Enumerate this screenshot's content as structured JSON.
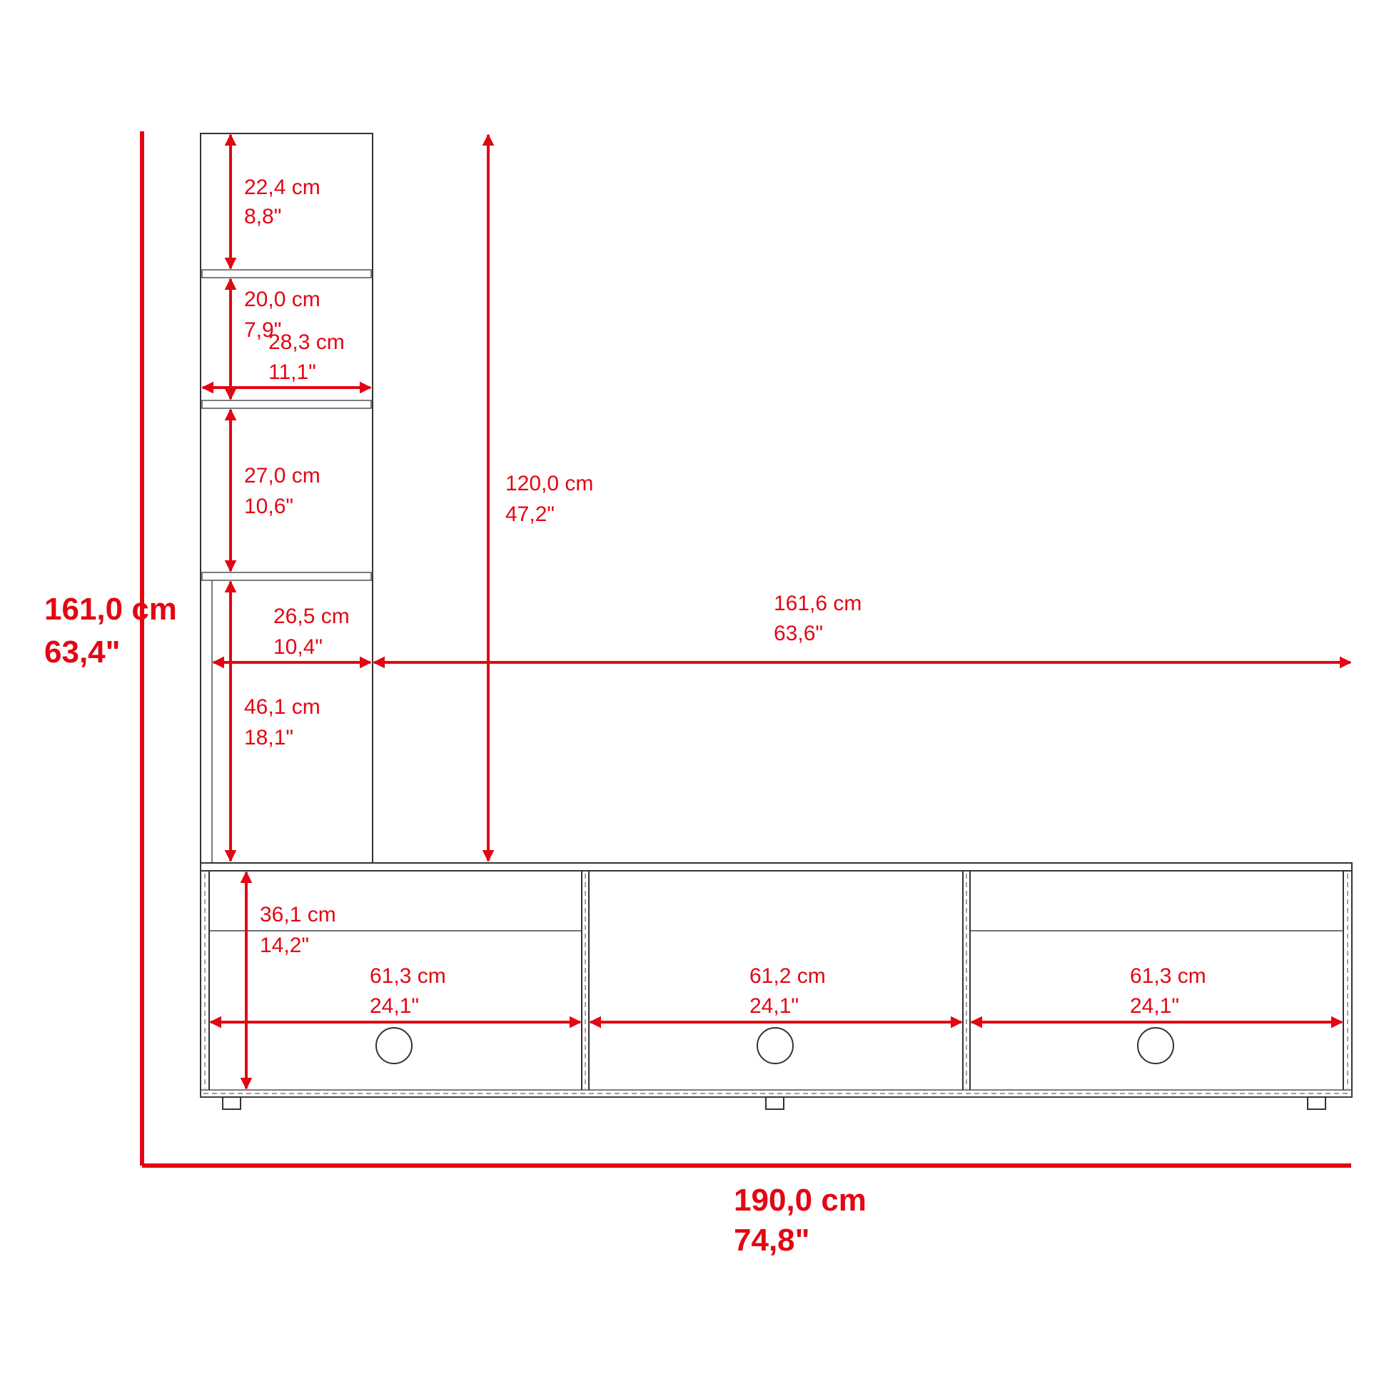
{
  "colors": {
    "dimension": "#e30613",
    "outline": "#333333",
    "background": "#ffffff"
  },
  "overall": {
    "height_cm": "161,0 cm",
    "height_in": "63,4\"",
    "width_cm": "190,0 cm",
    "width_in": "74,8\""
  },
  "tower": {
    "shelf1_cm": "22,4 cm",
    "shelf1_in": "8,8\"",
    "shelf2_cm": "20,0 cm",
    "shelf2_in": "7,9\"",
    "width_cm": "28,3 cm",
    "width_in": "11,1\"",
    "shelf3_cm": "27,0 cm",
    "shelf3_in": "10,6\"",
    "inner_width_cm": "26,5 cm",
    "inner_width_in": "10,4\"",
    "shelf4_cm": "46,1 cm",
    "shelf4_in": "18,1\""
  },
  "upper": {
    "height_cm": "120,0 cm",
    "height_in": "47,2\"",
    "span_cm": "161,6 cm",
    "span_in": "63,6\""
  },
  "base": {
    "height_cm": "36,1 cm",
    "height_in": "14,2\"",
    "comp1_cm": "61,3 cm",
    "comp1_in": "24,1\"",
    "comp2_cm": "61,2 cm",
    "comp2_in": "24,1\"",
    "comp3_cm": "61,3 cm",
    "comp3_in": "24,1\""
  }
}
